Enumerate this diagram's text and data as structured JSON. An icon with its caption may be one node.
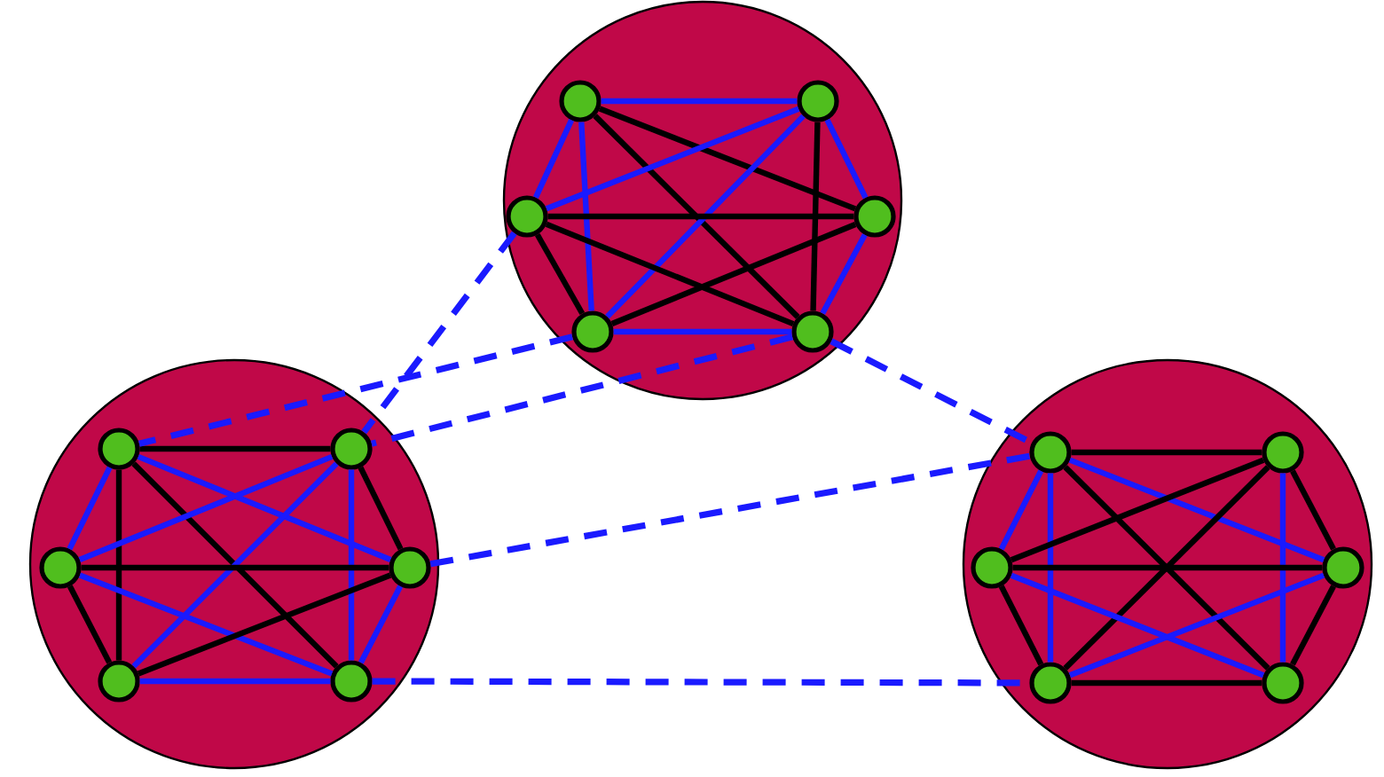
{
  "diagram": {
    "nodes": [
      {
        "text": [],
        "shape": "circle"
      },
      {
        "text": [],
        "shape": "circle",
        "in": 0
      },
      {
        "text": [],
        "shape": "circle",
        "in": 0
      },
      {
        "text": [],
        "shape": "circle",
        "in": 0
      },
      {
        "text": [],
        "shape": "circle",
        "in": 0
      },
      {
        "text": [],
        "shape": "circle",
        "in": 0
      },
      {
        "text": [],
        "shape": "circle",
        "in": 0
      },
      {
        "text": [],
        "shape": "circle"
      },
      {
        "text": [],
        "shape": "circle",
        "in": 7
      },
      {
        "text": [],
        "shape": "circle",
        "in": 7
      },
      {
        "text": [],
        "shape": "circle",
        "in": 7
      },
      {
        "text": [],
        "shape": "circle",
        "in": 7
      },
      {
        "text": [],
        "shape": "circle",
        "in": 7
      },
      {
        "text": [],
        "shape": "circle",
        "in": 7
      },
      {
        "text": [],
        "shape": "circle"
      },
      {
        "text": [],
        "shape": "circle",
        "in": 14
      },
      {
        "text": [],
        "shape": "circle",
        "in": 14
      },
      {
        "text": [],
        "shape": "circle",
        "in": 14
      },
      {
        "text": [],
        "shape": "circle",
        "in": 14
      },
      {
        "text": [],
        "shape": "circle",
        "in": 14
      },
      {
        "text": [],
        "shape": "circle",
        "in": 14
      }
    ],
    "edges": [
      {
        "from": 1,
        "to": 2,
        "arrow": "none"
      },
      {
        "from": 1,
        "to": 3,
        "arrow": "none"
      },
      {
        "from": 1,
        "to": 4,
        "arrow": "none",
        "color": "#000000"
      },
      {
        "from": 1,
        "to": 5,
        "arrow": "none"
      },
      {
        "from": 1,
        "to": 6,
        "arrow": "none",
        "color": "#000000"
      },
      {
        "from": 2,
        "to": 3,
        "arrow": "none"
      },
      {
        "from": 2,
        "to": 4,
        "arrow": "none"
      },
      {
        "from": 2,
        "to": 5,
        "arrow": "none"
      },
      {
        "from": 2,
        "to": 6,
        "arrow": "none",
        "color": "#000000"
      },
      {
        "from": 3,
        "to": 4,
        "arrow": "none",
        "color": "#000000"
      },
      {
        "from": 3,
        "to": 5,
        "arrow": "none",
        "color": "#000000"
      },
      {
        "from": 3,
        "to": 6,
        "arrow": "none",
        "color": "#000000"
      },
      {
        "from": 4,
        "to": 5,
        "arrow": "none",
        "color": "#000000"
      },
      {
        "from": 4,
        "to": 6,
        "arrow": "none"
      },
      {
        "from": 5,
        "to": 6,
        "arrow": "none"
      },
      {
        "from": 8,
        "to": 9,
        "arrow": "none",
        "color": "#000000"
      },
      {
        "from": 8,
        "to": 10,
        "arrow": "none"
      },
      {
        "from": 8,
        "to": 11,
        "arrow": "none"
      },
      {
        "from": 8,
        "to": 12,
        "arrow": "none",
        "color": "#000000"
      },
      {
        "from": 8,
        "to": 13,
        "arrow": "none",
        "color": "#000000"
      },
      {
        "from": 9,
        "to": 10,
        "arrow": "none"
      },
      {
        "from": 9,
        "to": 11,
        "arrow": "none",
        "color": "#000000"
      },
      {
        "from": 9,
        "to": 12,
        "arrow": "none"
      },
      {
        "from": 9,
        "to": 13,
        "arrow": "none"
      },
      {
        "from": 10,
        "to": 11,
        "arrow": "none",
        "color": "#000000"
      },
      {
        "from": 10,
        "to": 12,
        "arrow": "none",
        "color": "#000000"
      },
      {
        "from": 10,
        "to": 13,
        "arrow": "none"
      },
      {
        "from": 11,
        "to": 12,
        "arrow": "none",
        "color": "#000000"
      },
      {
        "from": 11,
        "to": 13,
        "arrow": "none"
      },
      {
        "from": 12,
        "to": 13,
        "arrow": "none"
      },
      {
        "from": 15,
        "to": 16,
        "arrow": "none",
        "color": "#000000"
      },
      {
        "from": 15,
        "to": 17,
        "arrow": "none"
      },
      {
        "from": 15,
        "to": 18,
        "arrow": "none"
      },
      {
        "from": 15,
        "to": 19,
        "arrow": "none"
      },
      {
        "from": 15,
        "to": 20,
        "arrow": "none",
        "color": "#000000"
      },
      {
        "from": 16,
        "to": 17,
        "arrow": "none",
        "color": "#000000"
      },
      {
        "from": 16,
        "to": 18,
        "arrow": "none",
        "color": "#000000"
      },
      {
        "from": 16,
        "to": 19,
        "arrow": "none",
        "color": "#000000"
      },
      {
        "from": 16,
        "to": 20,
        "arrow": "none"
      },
      {
        "from": 17,
        "to": 18,
        "arrow": "none",
        "color": "#000000"
      },
      {
        "from": 17,
        "to": 19,
        "arrow": "none",
        "color": "#000000"
      },
      {
        "from": 17,
        "to": 20,
        "arrow": "none"
      },
      {
        "from": 18,
        "to": 19,
        "arrow": "none"
      },
      {
        "from": 18,
        "to": 20,
        "arrow": "none",
        "color": "#000000"
      },
      {
        "from": 19,
        "to": 20,
        "arrow": "none",
        "color": "#000000"
      },
      {
        "from": 3,
        "to": 9,
        "arrow": "none",
        "style": "dashed"
      },
      {
        "from": 5,
        "to": 8,
        "arrow": "none",
        "style": "dashed"
      },
      {
        "from": 6,
        "to": 9,
        "arrow": "none",
        "style": "dashed"
      },
      {
        "from": 6,
        "to": 15,
        "arrow": "none",
        "style": "dashed"
      },
      {
        "from": 11,
        "to": 15,
        "arrow": "none",
        "style": "dashed"
      },
      {
        "from": 13,
        "to": 19,
        "arrow": "none",
        "style": "dashed"
      }
    ]
  }
}
